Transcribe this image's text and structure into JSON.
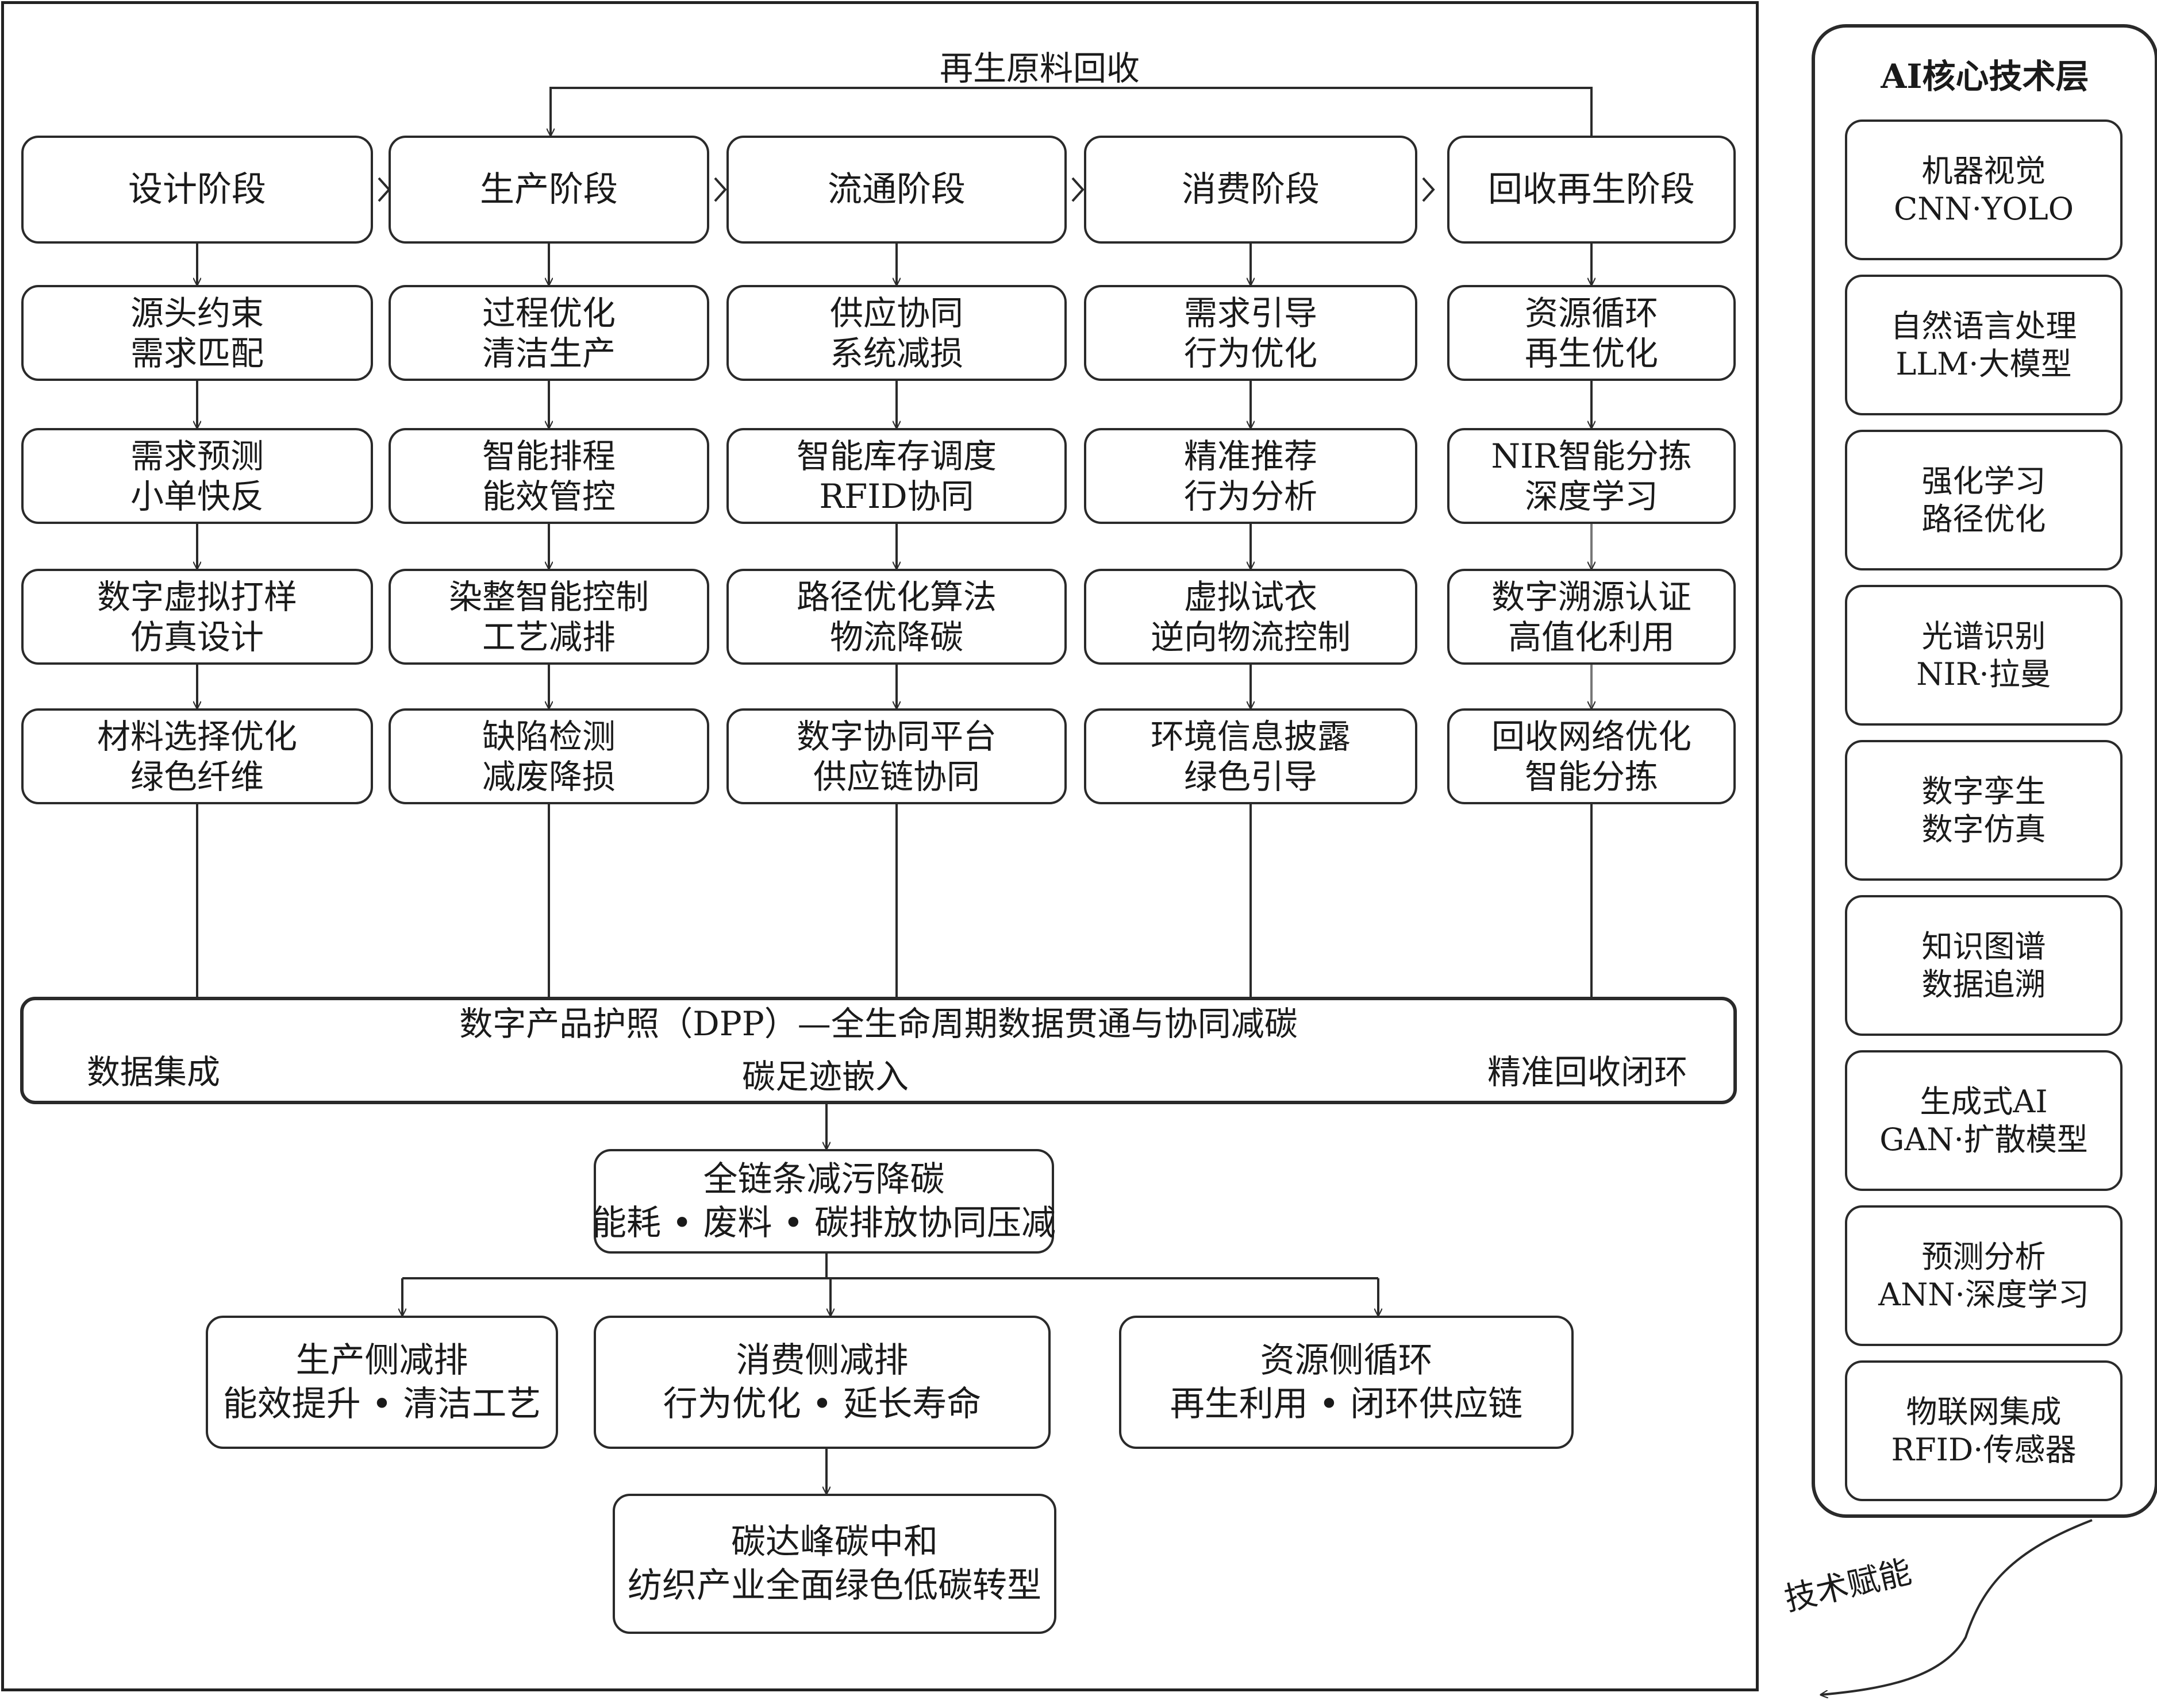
{
  "recycle_label": "再生原料回收",
  "stages": [
    {
      "label": "设计阶段",
      "steps": [
        [
          "源头约束",
          "需求匹配"
        ],
        [
          "需求预测",
          "小单快反"
        ],
        [
          "数字虚拟打样",
          "仿真设计"
        ],
        [
          "材料选择优化",
          "绿色纤维"
        ]
      ]
    },
    {
      "label": "生产阶段",
      "steps": [
        [
          "过程优化",
          "清洁生产"
        ],
        [
          "智能排程",
          "能效管控"
        ],
        [
          "染整智能控制",
          "工艺减排"
        ],
        [
          "缺陷检测",
          "减废降损"
        ]
      ]
    },
    {
      "label": "流通阶段",
      "steps": [
        [
          "供应协同",
          "系统减损"
        ],
        [
          "智能库存调度",
          "RFID协同"
        ],
        [
          "路径优化算法",
          "物流降碳"
        ],
        [
          "数字协同平台",
          "供应链协同"
        ]
      ]
    },
    {
      "label": "消费阶段",
      "steps": [
        [
          "需求引导",
          "行为优化"
        ],
        [
          "精准推荐",
          "行为分析"
        ],
        [
          "虚拟试衣",
          "逆向物流控制"
        ],
        [
          "环境信息披露",
          "绿色引导"
        ]
      ]
    },
    {
      "label": "回收再生阶段",
      "steps": [
        [
          "资源循环",
          "再生优化"
        ],
        [
          "NIR智能分拣",
          "深度学习"
        ],
        [
          "数字溯源认证",
          "高值化利用"
        ],
        [
          "回收网络优化",
          "智能分拣"
        ]
      ]
    }
  ],
  "dpp": {
    "title": "数字产品护照（DPP）—全生命周期数据贯通与协同减碳",
    "left": "数据集成",
    "center": "碳足迹嵌入",
    "right": "精准回收闭环"
  },
  "chain_box": {
    "line1": "全链条减污降碳",
    "line2": "能耗 • 废料 • 碳排放协同压减"
  },
  "sides": [
    {
      "line1": "生产侧减排",
      "line2": "能效提升 • 清洁工艺"
    },
    {
      "line1": "消费侧减排",
      "line2": "行为优化 • 延长寿命"
    },
    {
      "line1": "资源侧循环",
      "line2": "再生利用 • 闭环供应链"
    }
  ],
  "final_box": {
    "line1": "碳达峰碳中和",
    "line2": "纺织产业全面绿色低碳转型"
  },
  "ai_layer": {
    "title": "AI核心技术层",
    "items": [
      {
        "name": "机器视觉",
        "tech": "CNN·YOLO"
      },
      {
        "name": "自然语言处理",
        "tech": "LLM·大模型"
      },
      {
        "name": "强化学习",
        "tech": "路径优化"
      },
      {
        "name": "光谱识别",
        "tech": "NIR·拉曼"
      },
      {
        "name": "数字孪生",
        "tech": "数字仿真"
      },
      {
        "name": "知识图谱",
        "tech": "数据追溯"
      },
      {
        "name": "生成式AI",
        "tech": "GAN·扩散模型"
      },
      {
        "name": "预测分析",
        "tech": "ANN·深度学习"
      },
      {
        "name": "物联网集成",
        "tech": "RFID·传感器"
      }
    ]
  },
  "empower_label": "技术赋能"
}
